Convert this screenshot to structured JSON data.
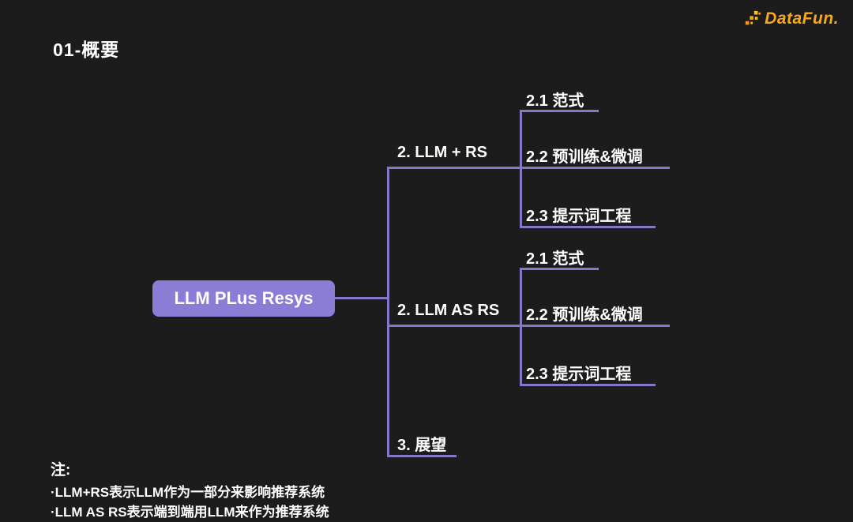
{
  "header": {
    "title": "01-概要",
    "logo_text": "DataFun."
  },
  "mindmap": {
    "root": {
      "label": "LLM PLus Resys"
    },
    "branches": [
      {
        "label": "2. LLM + RS",
        "children": [
          {
            "label": "2.1 范式"
          },
          {
            "label": "2.2 预训练&微调"
          },
          {
            "label": "2.3 提示词工程"
          }
        ]
      },
      {
        "label": "2. LLM AS RS",
        "children": [
          {
            "label": "2.1 范式"
          },
          {
            "label": "2.2 预训练&微调"
          },
          {
            "label": "2.3 提示词工程"
          }
        ]
      },
      {
        "label": "3. 展望",
        "children": []
      }
    ]
  },
  "notes": {
    "heading": "注:",
    "lines": [
      "·LLM+RS表示LLM作为一部分来影响推荐系统",
      "·LLM AS RS表示端到端用LLM来作为推荐系统"
    ]
  },
  "colors": {
    "background": "#1c1c1c",
    "node_fill": "#8b7cd6",
    "line": "#8478c9",
    "text": "#ffffff",
    "logo": "#f7a81b"
  }
}
